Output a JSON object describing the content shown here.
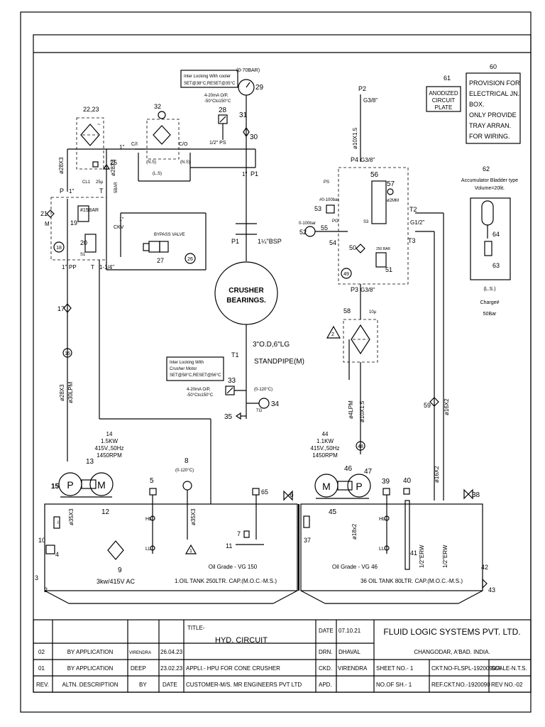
{
  "notes": {
    "cooler_interlock": [
      "Inter Locking With cooler",
      "SET@38°C,RESET@35°C"
    ],
    "motor_interlock": [
      "Inter Locking With",
      "Crusher Motor",
      "SET@58°C,RESET@56°C"
    ],
    "signal": [
      "4-20mA O/P,",
      "-50°Cto150°C"
    ],
    "anodized": [
      "ANODIZED",
      "CIRCUIT",
      "PLATE"
    ],
    "provision": [
      "PROVISION FOR",
      "ELECTRICAL JN.",
      "BOX.",
      "ONLY PROVIDE",
      "TRAY ARRAN.",
      "FOR WIRING."
    ],
    "accumulator": [
      "Accumulator Bladder type",
      "Volume=20lit."
    ],
    "charge": [
      "Charge#",
      "50Bar"
    ],
    "ls": "(L.S.)"
  },
  "crusher": [
    "CRUSHER",
    "BEARINGS."
  ],
  "standpipe": [
    "3\"O.D,6\"LG",
    "STANDPIPE(M)"
  ],
  "ports": {
    "p1_bsp": "1¼\"BSP",
    "p2_size": "G3/8\"",
    "p4_size": "G3/8\"",
    "p3_size": "G3/8\"",
    "t2_size": "G1/2\"",
    "one_quarter": "1-1/4\"",
    "half_ps": "1/2\" PS"
  },
  "pipes": {
    "p28x3": "ø28X3",
    "p28x3b": "ø28X3",
    "lpm30": "ø30LPM",
    "p35x3": "ø35X3",
    "p35x3b": "ø35X3",
    "p10x15": "ø10X1.5",
    "p10x15b": "ø10X1.5",
    "lpm4": "ø4LPM",
    "p18x2": "ø18x2",
    "p16x2": "ø16X2",
    "p16x2b": "ø16X2",
    "erw1": "1/2\"ERW",
    "erw2": "1/2\"ERW"
  },
  "motor1": {
    "id": "14",
    "kw": "1.5KW",
    "v": "415V.,50Hz",
    "rpm": "1450RPM"
  },
  "motor2": {
    "id": "44",
    "kw": "1.1KW",
    "v": "415V.,50Hz",
    "rpm": "1450RPM"
  },
  "heater": "3kw/415V AC",
  "tank1": {
    "oil": "Oil Grade - VG 150",
    "cap": "1.OIL TANK 250LTR. CAP.(M.O.C.-M.S.)"
  },
  "tank2": {
    "oil": "Oil Grade - VG 46",
    "cap": "36 OIL TANK 80LTR. CAP.(M.O.C.-M.S.)"
  },
  "labels": {
    "bypass": "BYPASS VALVE",
    "fbar": "#15BAR",
    "sbar": "5BAR",
    "cl1": "CL1",
    "filter25": "25µ",
    "filter10": "10µ",
    "gauge_range": "(0-70BAR)",
    "temp_range": "(0-120°C)",
    "temp_range2": "(0-120°C)",
    "range100": "0-100bar",
    "range100b": "#0-100bar",
    "orifice": "ø2MM",
    "r250": "250 BAR"
  },
  "title_block": {
    "title_label": "TITLE-",
    "title": "HYD. CIRCUIT",
    "date_label": "DATE",
    "date": "07.10.21",
    "company": "FLUID LOGIC SYSTEMS PVT. LTD.",
    "drn_label": "DRN.",
    "drn": "DHAVAL",
    "address": "CHANGODAR, A'BAD. INDIA.",
    "appli": "APPLI.- HPU FOR CONE CRUSHER",
    "ckd_label": "CKD.",
    "ckd": "VIRENDRA",
    "sheet": "SHEET NO.- 1",
    "ckt": "CKT.NO-FLSPL-1920090/A",
    "scale": "SCALE-N.T.S.",
    "customer": "CUSTOMER-M/S. MR ENGINEERS PVT LTD",
    "apd_label": "APD.",
    "nosh": "NO.OF SH.- 1",
    "ref": "REF.CKT.NO.-1920090",
    "rev": "REV NO.-02",
    "rows": [
      {
        "rev": "02",
        "desc": "BY APPLICATION",
        "by": "VIRENDRA",
        "date": "26.04.23"
      },
      {
        "rev": "01",
        "desc": "BY APPLICATION",
        "by": "DEEP",
        "date": "23.02.23"
      }
    ],
    "head": {
      "rev": "REV.",
      "desc": "ALTN. DESCRIPTION",
      "by": "BY",
      "date": "DATE"
    }
  }
}
